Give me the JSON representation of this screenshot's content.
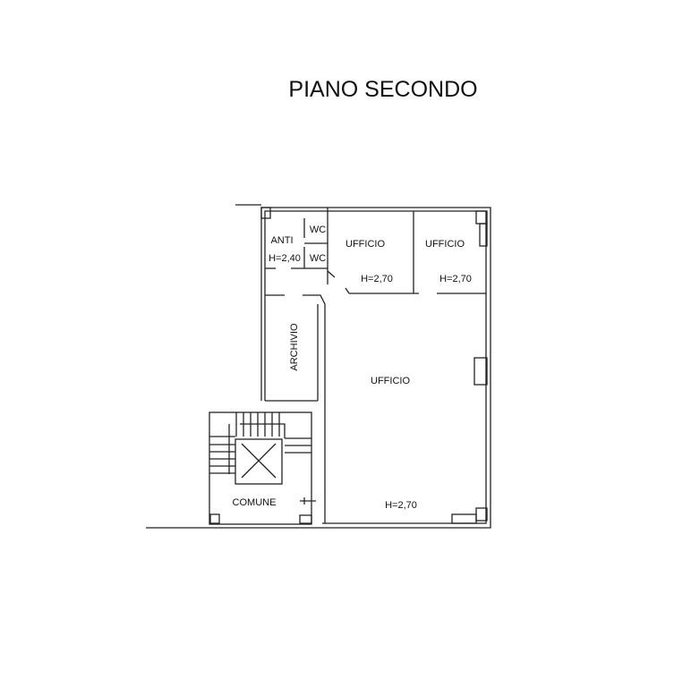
{
  "title": "PIANO SECONDO",
  "rooms": [
    {
      "id": "anti",
      "label": "ANTI"
    },
    {
      "id": "anti-h",
      "label": "H=2,40"
    },
    {
      "id": "wc1",
      "label": "WC"
    },
    {
      "id": "wc2",
      "label": "WC"
    },
    {
      "id": "ufficio1",
      "label": "UFFICIO"
    },
    {
      "id": "ufficio1-h",
      "label": "H=2,70"
    },
    {
      "id": "ufficio2",
      "label": "UFFICIO"
    },
    {
      "id": "ufficio2-h",
      "label": "H=2,70"
    },
    {
      "id": "archivio",
      "label": "ARCHIVIO"
    },
    {
      "id": "ufficio3",
      "label": "UFFICIO"
    },
    {
      "id": "comune",
      "label": "COMUNE"
    },
    {
      "id": "ufficio3-h",
      "label": "H=2,70"
    }
  ]
}
